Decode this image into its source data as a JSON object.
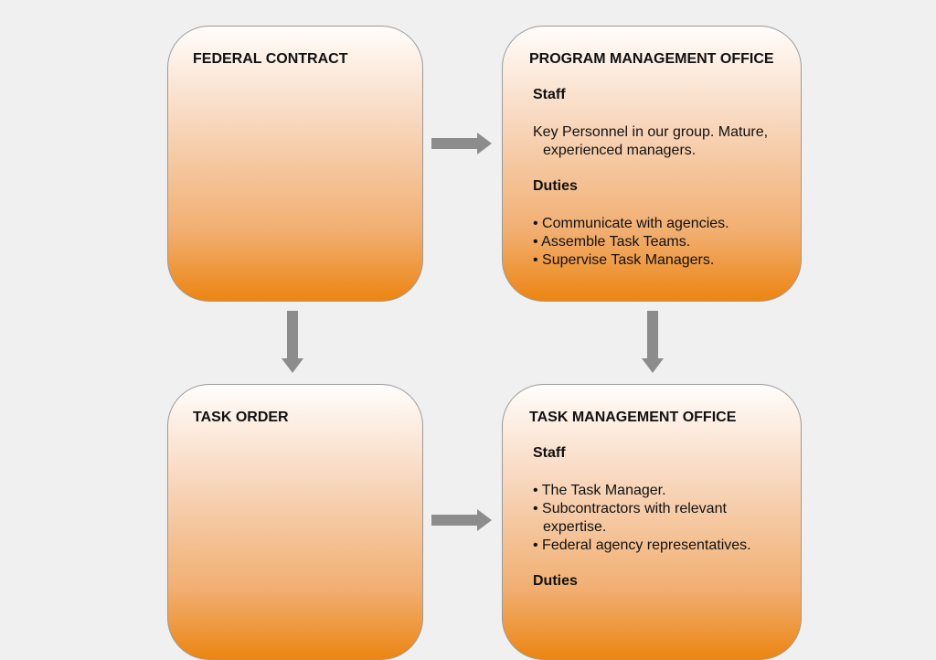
{
  "boxes": {
    "federal_contract": {
      "title": "FEDERAL CONTRACT"
    },
    "task_order": {
      "title": "TASK ORDER"
    },
    "pmo": {
      "title": "PROGRAM MANAGEMENT OFFICE",
      "staff_heading": "Staff",
      "staff_text": "Key Personnel in our group. Mature, experienced managers.",
      "duties_heading": "Duties",
      "duties": [
        "Communicate with agencies.",
        "Assemble Task Teams.",
        "Supervise Task Managers."
      ]
    },
    "tmo": {
      "title": "TASK MANAGEMENT OFFICE",
      "staff_heading": "Staff",
      "staff": [
        "The Task Manager.",
        "Subcontractors with relevant expertise.",
        "Federal agency representatives."
      ],
      "duties_heading": "Duties"
    }
  },
  "colors": {
    "arrow": "#8c8c8c",
    "gradient_top": "#fffdfb",
    "gradient_bottom": "#ec8512"
  }
}
